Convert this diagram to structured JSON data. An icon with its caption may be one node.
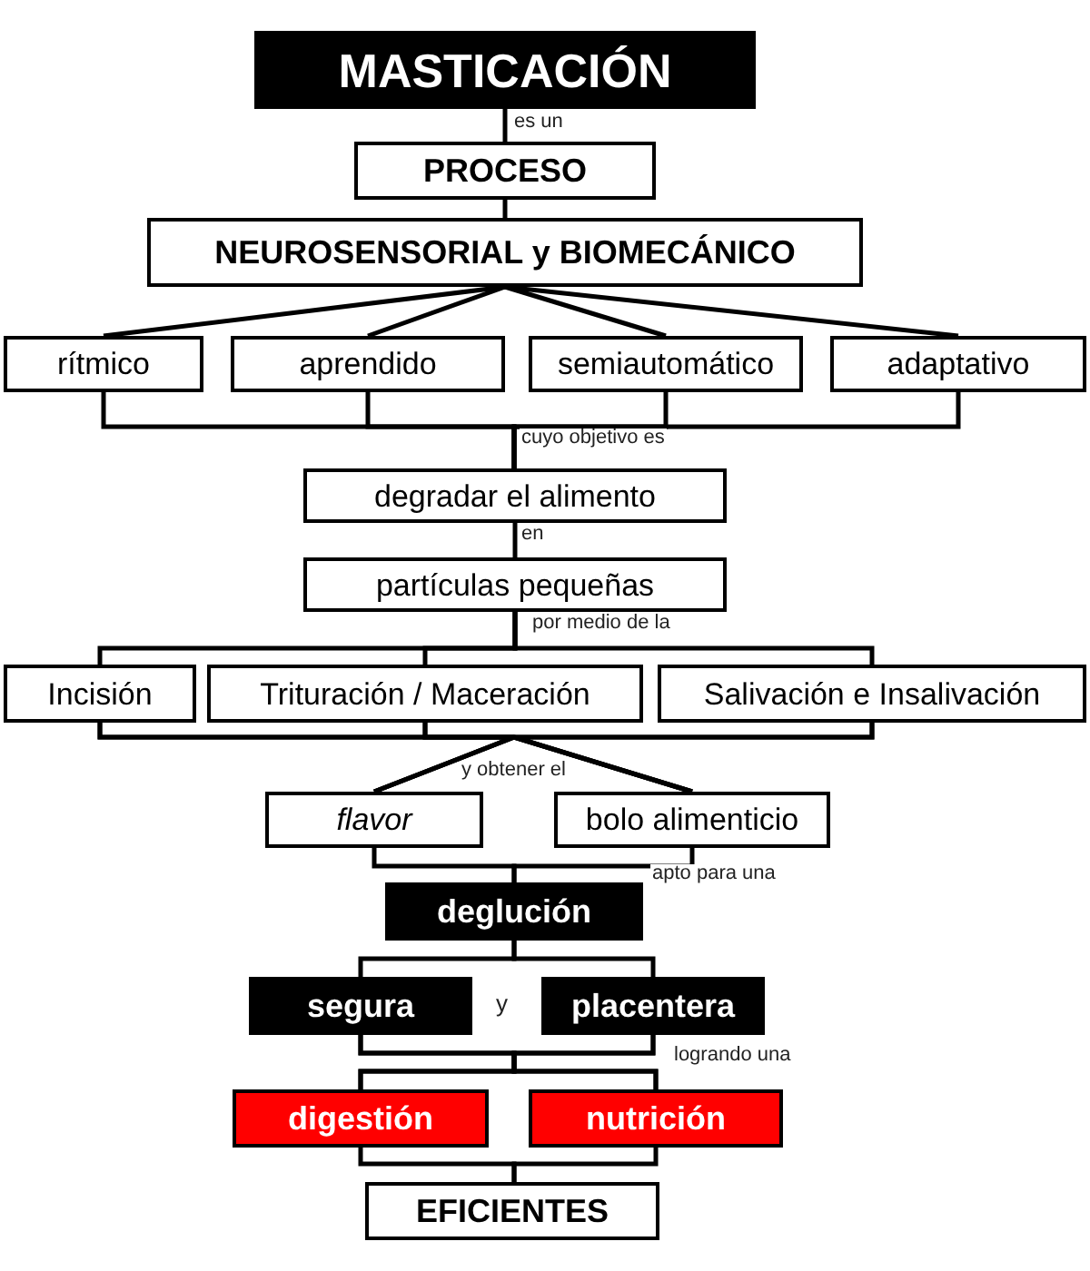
{
  "diagram": {
    "nodes": [
      {
        "text": [
          "MASTICACIÓN"
        ]
      },
      {
        "text": [
          "PROCESO"
        ]
      },
      {
        "text": [
          "NEUROSENSORIAL y BIOMECÁNICO"
        ]
      },
      {
        "text": [
          "rítmico"
        ]
      },
      {
        "text": [
          "aprendido"
        ]
      },
      {
        "text": [
          "semiautomático"
        ]
      },
      {
        "text": [
          "adaptativo"
        ]
      },
      {
        "text": [
          "degradar el alimento"
        ]
      },
      {
        "text": [
          "partículas pequeñas"
        ]
      },
      {
        "text": [
          "Incisión"
        ]
      },
      {
        "text": [
          "Trituración / Maceración"
        ]
      },
      {
        "text": [
          "Salivación e Insalivación"
        ]
      },
      {
        "text": [
          "flavor"
        ]
      },
      {
        "text": [
          "bolo alimenticio"
        ]
      },
      {
        "text": [
          "deglución"
        ]
      },
      {
        "text": [
          "segura"
        ]
      },
      {
        "text": [
          "placentera"
        ]
      },
      {
        "text": [
          "digestión"
        ]
      },
      {
        "text": [
          "nutrición"
        ]
      },
      {
        "text": [
          "EFICIENTES"
        ]
      }
    ],
    "edges": [
      {
        "from": 0,
        "to": 1,
        "arrow": "none",
        "label": "es un"
      },
      {
        "from": 1,
        "to": 2,
        "arrow": "none"
      },
      {
        "from": 2,
        "to": 3,
        "arrow": "none"
      },
      {
        "from": 2,
        "to": 4,
        "arrow": "none"
      },
      {
        "from": 2,
        "to": 5,
        "arrow": "none"
      },
      {
        "from": 2,
        "to": 6,
        "arrow": "none"
      },
      {
        "from": 3,
        "to": 7,
        "arrow": "none",
        "label": "cuyo objetivo es"
      },
      {
        "from": 4,
        "to": 7,
        "arrow": "none"
      },
      {
        "from": 5,
        "to": 7,
        "arrow": "none"
      },
      {
        "from": 6,
        "to": 7,
        "arrow": "none"
      },
      {
        "from": 7,
        "to": 8,
        "arrow": "none",
        "label": "en"
      },
      {
        "from": 8,
        "to": 9,
        "arrow": "none",
        "label": "por medio de la"
      },
      {
        "from": 8,
        "to": 10,
        "arrow": "none"
      },
      {
        "from": 8,
        "to": 11,
        "arrow": "none"
      },
      {
        "from": 9,
        "to": 12,
        "arrow": "none",
        "label": "y obtener el"
      },
      {
        "from": 9,
        "to": 13,
        "arrow": "none"
      },
      {
        "from": 10,
        "to": 12,
        "arrow": "none"
      },
      {
        "from": 10,
        "to": 13,
        "arrow": "none"
      },
      {
        "from": 11,
        "to": 12,
        "arrow": "none"
      },
      {
        "from": 11,
        "to": 13,
        "arrow": "none"
      },
      {
        "from": 12,
        "to": 14,
        "arrow": "none"
      },
      {
        "from": 13,
        "to": 14,
        "arrow": "none",
        "label": "apto para una"
      },
      {
        "from": 14,
        "to": 15,
        "arrow": "none"
      },
      {
        "from": 14,
        "to": 16,
        "arrow": "none"
      },
      {
        "from": 15,
        "to": 17,
        "arrow": "none"
      },
      {
        "from": 15,
        "to": 18,
        "arrow": "none"
      },
      {
        "from": 16,
        "to": 17,
        "arrow": "none"
      },
      {
        "from": 16,
        "to": 18,
        "arrow": "none",
        "label": "logrando una"
      },
      {
        "from": 17,
        "to": 19,
        "arrow": "none"
      },
      {
        "from": 18,
        "to": 19,
        "arrow": "none"
      }
    ],
    "labels": [
      "y"
    ]
  }
}
